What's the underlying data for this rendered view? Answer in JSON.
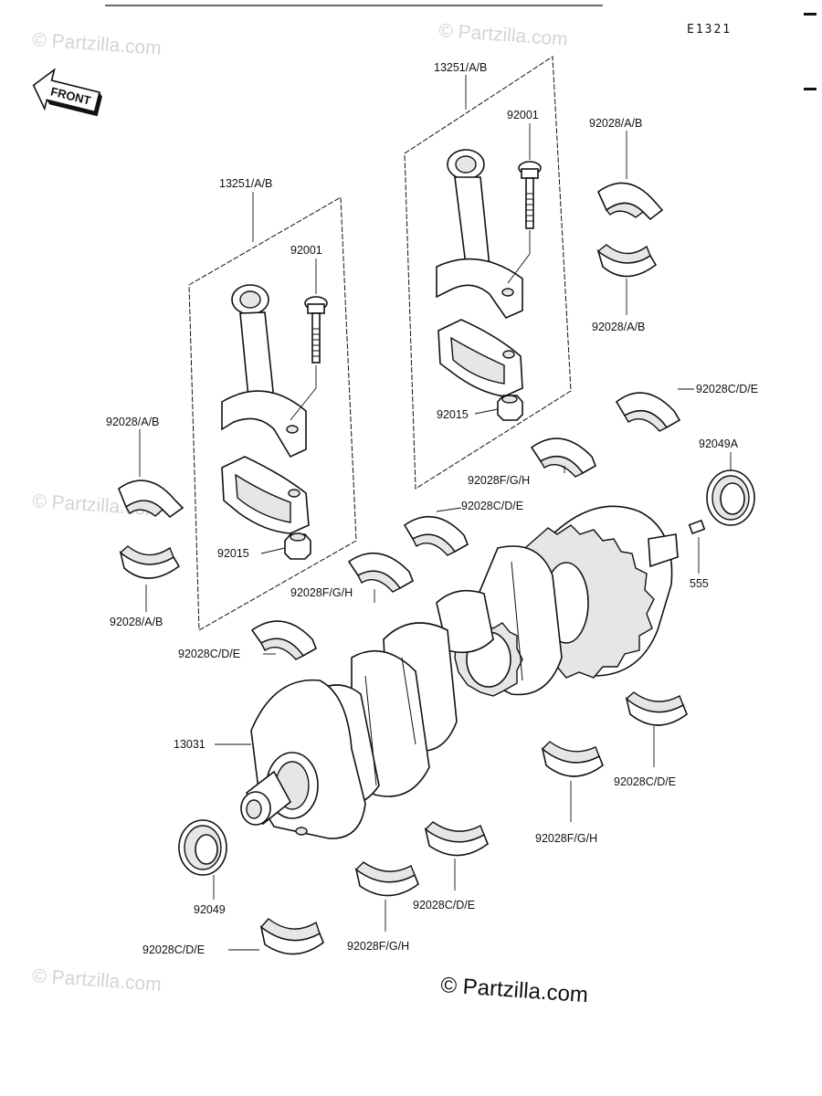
{
  "ref_code": "E1321",
  "front_label": "FRONT",
  "watermarks": [
    "© Partzilla.com",
    "© Partzilla.com",
    "© Partzilla.com",
    "© Partzilla.com"
  ],
  "copyright": "© Partzilla.com",
  "labels": {
    "rod_left": "13251/A/B",
    "rod_right": "13251/A/B",
    "bolt_left": "92001",
    "bolt_right": "92001",
    "nut_left": "92015",
    "nut_right": "92015",
    "bearing_ab_left_top": "92028/A/B",
    "bearing_ab_left_bottom": "92028/A/B",
    "bearing_ab_right_top": "92028/A/B",
    "bearing_ab_right_bottom": "92028/A/B",
    "bearing_cde_right": "92028C/D/E",
    "bearing_fgh_upper": "92028F/G/H",
    "bearing_cde_mid": "92028C/D/E",
    "bearing_fgh_mid": "92028F/G/H",
    "bearing_cde_left": "92028C/D/E",
    "seal_right": "92049A",
    "pin": "555",
    "crankshaft": "13031",
    "bearing_cde_lower_right": "92028C/D/E",
    "bearing_fgh_lower": "92028F/G/H",
    "seal_left": "92049",
    "bearing_cde_lower_mid": "92028C/D/E",
    "bearing_fgh_bottom": "92028F/G/H",
    "bearing_cde_bottom": "92028C/D/E"
  }
}
